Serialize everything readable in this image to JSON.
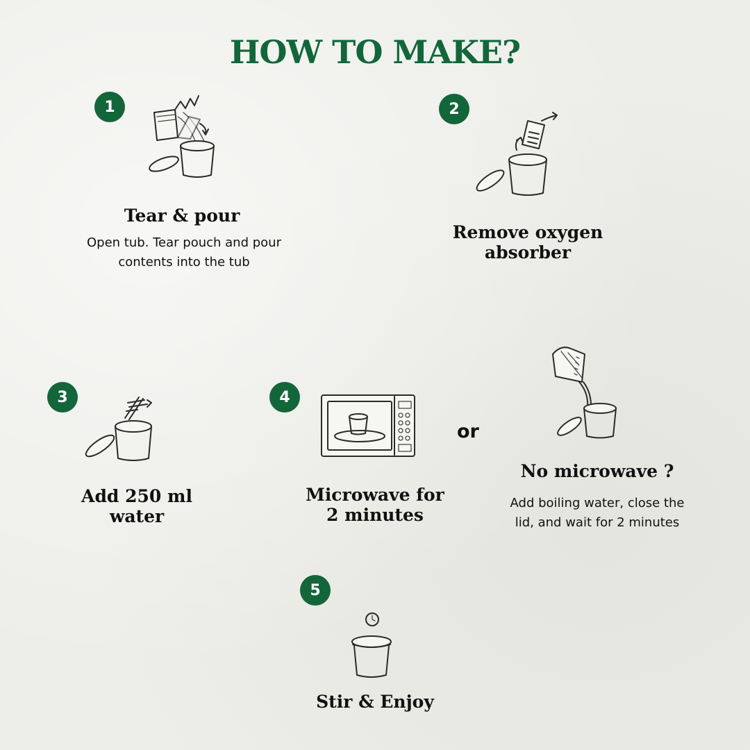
{
  "title": "HOW TO MAKE?",
  "accent_color": "#13663a",
  "steps": [
    {
      "number": "1",
      "heading": "Tear & pour",
      "description": "Open tub. Tear pouch and pour\ncontents into the tub",
      "icon": "pouch-pour-icon"
    },
    {
      "number": "2",
      "heading": "Remove oxygen\nabsorber",
      "icon": "oxygen-absorber-icon"
    },
    {
      "number": "3",
      "heading": "Add 250 ml\nwater",
      "icon": "add-water-icon"
    },
    {
      "number": "4",
      "heading": "Microwave for\n2 minutes",
      "icon": "microwave-icon"
    },
    {
      "number": "5",
      "heading": "Stir & Enjoy",
      "icon": "timer-tub-icon"
    }
  ],
  "or_label": "or",
  "alternative": {
    "heading": "No microwave ?",
    "description": "Add boiling water, close the\nlid, and wait for 2 minutes",
    "icon": "kettle-pour-icon"
  }
}
